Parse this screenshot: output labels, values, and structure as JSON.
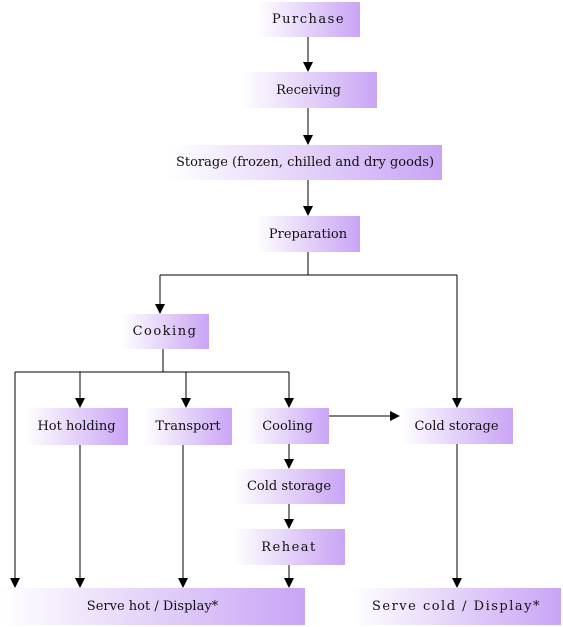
{
  "nodes": {
    "purchase": "Purchase",
    "receiving": "Receiving",
    "storage": "Storage (frozen, chilled and dry goods)",
    "preparation": "Preparation",
    "cooking": "Cooking",
    "hot_holding": "Hot holding",
    "transport": "Transport",
    "cooling": "Cooling",
    "cold_storage_right": "Cold storage",
    "cold_storage_mid": "Cold storage",
    "reheat": "Reheat",
    "serve_hot": "Serve hot / Display*",
    "serve_cold": "Serve cold / Display*"
  },
  "colors": {
    "box_gradient_start": "#ffffff",
    "box_gradient_end": "#c9a4f5",
    "line": "#000000"
  }
}
